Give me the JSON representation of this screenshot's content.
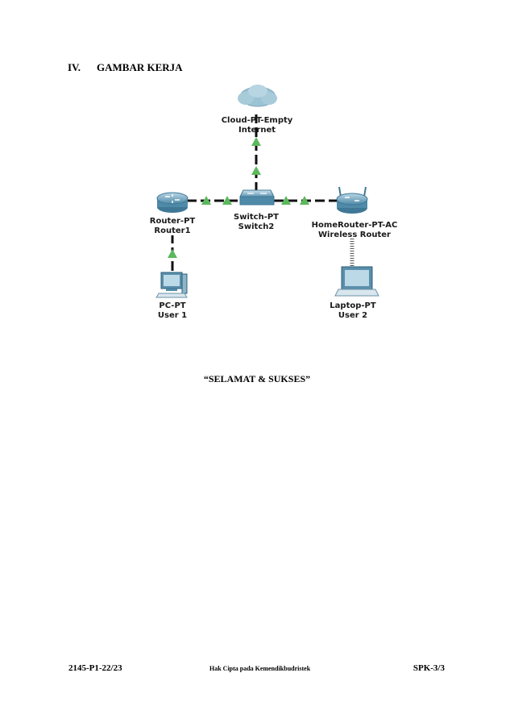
{
  "section": {
    "number": "IV.",
    "title": "GAMBAR KERJA"
  },
  "diagram": {
    "nodes": [
      {
        "id": "cloud",
        "type": "Cloud-PT-Empty",
        "name": "Internet"
      },
      {
        "id": "router1",
        "type": "Router-PT",
        "name": "Router1"
      },
      {
        "id": "switch2",
        "type": "Switch-PT",
        "name": "Switch2"
      },
      {
        "id": "homerouter",
        "type": "HomeRouter-PT-AC",
        "name": "Wireless Router"
      },
      {
        "id": "pc",
        "type": "PC-PT",
        "name": "User 1"
      },
      {
        "id": "laptop",
        "type": "Laptop-PT",
        "name": "User 2"
      }
    ],
    "links": [
      {
        "from": "switch2",
        "to": "cloud",
        "kind": "copper"
      },
      {
        "from": "router1",
        "to": "switch2",
        "kind": "copper"
      },
      {
        "from": "switch2",
        "to": "homerouter",
        "kind": "copper"
      },
      {
        "from": "pc",
        "to": "router1",
        "kind": "copper"
      },
      {
        "from": "homerouter",
        "to": "laptop",
        "kind": "wireless"
      }
    ],
    "link_status_color": "#5cb85c"
  },
  "motto": "“SELAMAT & SUKSES”",
  "footer": {
    "code": "2145-P1-22/23",
    "copyright": "Hak Cipta pada Kemendikbudristek",
    "page": "SPK-3/3"
  }
}
